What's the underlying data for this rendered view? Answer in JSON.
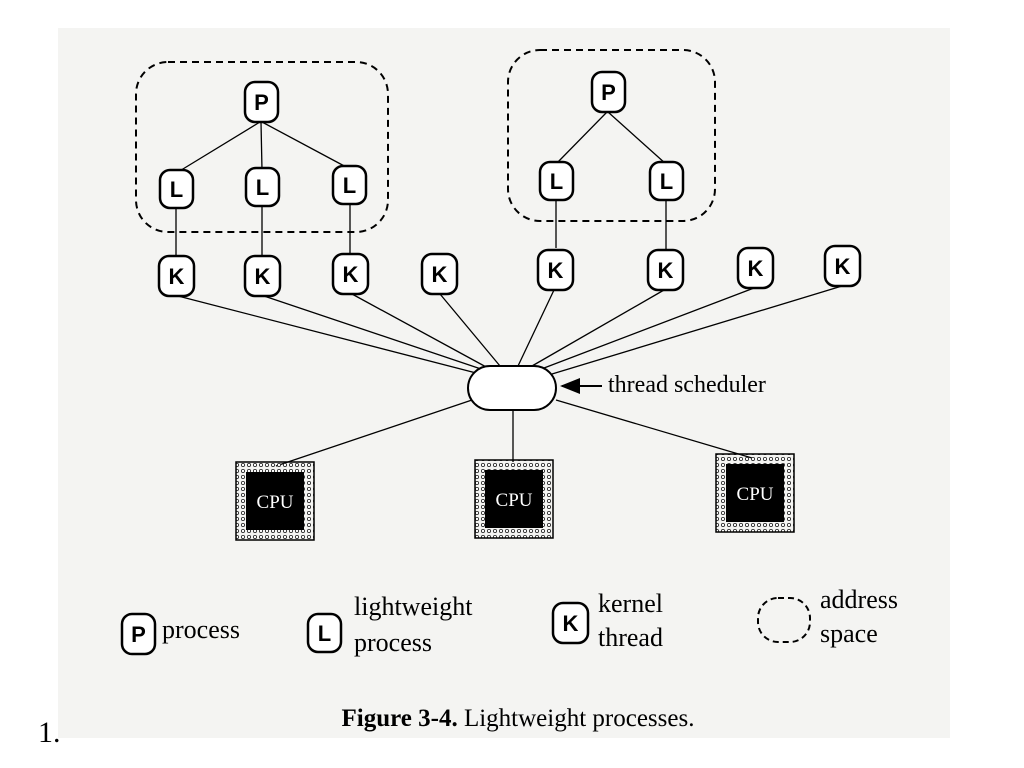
{
  "figure": {
    "caption_label": "Figure 3-4.",
    "caption_text": " Lightweight processes."
  },
  "diagram": {
    "nodes": {
      "p1": "P",
      "p2": "P",
      "l1": "L",
      "l2": "L",
      "l3": "L",
      "l4": "L",
      "l5": "L",
      "k1": "K",
      "k2": "K",
      "k3": "K",
      "k4": "K",
      "k5": "K",
      "k6": "K",
      "k7": "K",
      "k8": "K"
    },
    "scheduler_label": "thread scheduler",
    "cpus": [
      "CPU",
      "CPU",
      "CPU"
    ]
  },
  "legend": {
    "process": {
      "symbol": "P",
      "label": "process"
    },
    "lightweight": {
      "symbol": "L",
      "line1": "lightweight",
      "line2": "process"
    },
    "kernel": {
      "symbol": "K",
      "line1": "kernel",
      "line2": "thread"
    },
    "address": {
      "line1": "address",
      "line2": "space"
    }
  },
  "slide": {
    "number": "1."
  }
}
